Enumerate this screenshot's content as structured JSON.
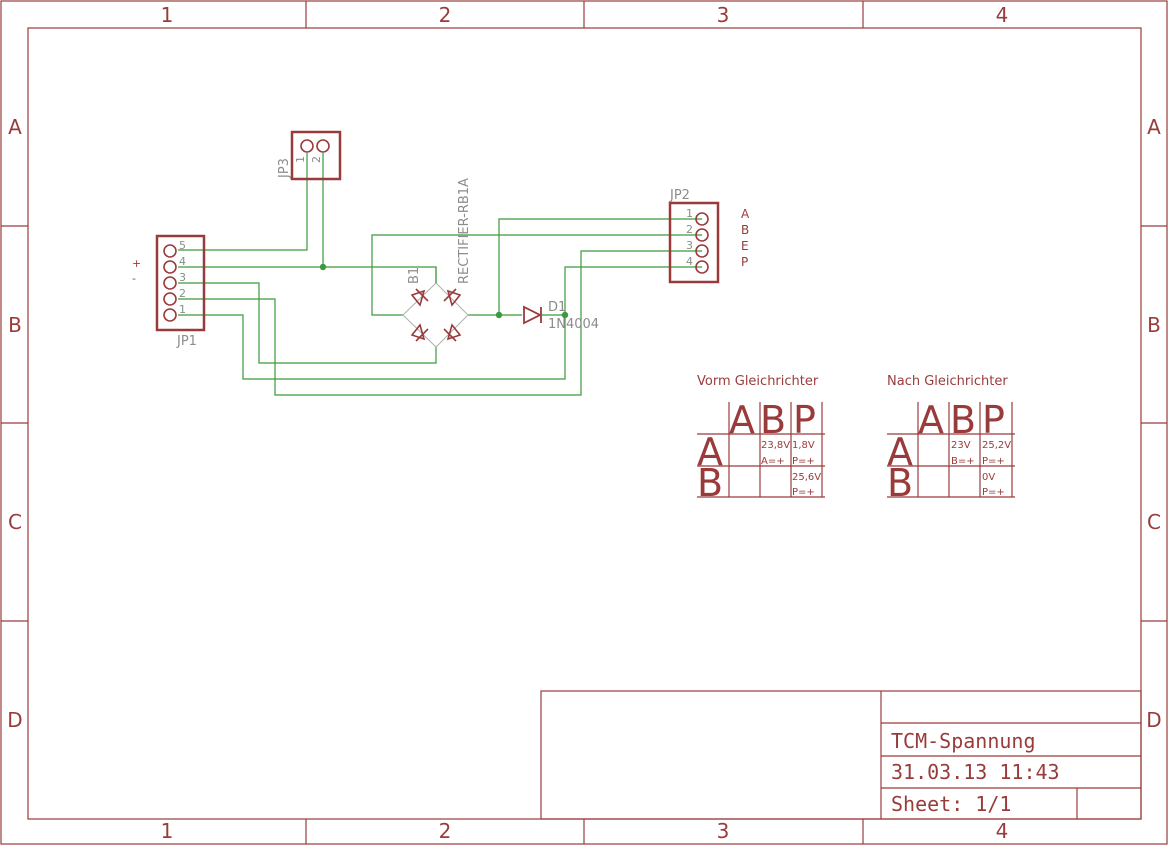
{
  "frame": {
    "cols": [
      "1",
      "2",
      "3",
      "4"
    ],
    "rows": [
      "A",
      "B",
      "C",
      "D"
    ]
  },
  "parts": {
    "jp1": {
      "name": "JP1",
      "pins": [
        "5",
        "4",
        "3",
        "2",
        "1"
      ],
      "side_marks": [
        "+",
        "-"
      ]
    },
    "jp2": {
      "name": "JP2",
      "pins": [
        "1",
        "2",
        "3",
        "4"
      ],
      "signals": [
        "A",
        "B",
        "E",
        "P"
      ]
    },
    "jp3": {
      "name": "JP3",
      "pins": [
        "1",
        "2"
      ]
    },
    "b1": {
      "name": "B1",
      "value": "RECTIFIER-RB1A"
    },
    "d1": {
      "name": "D1",
      "value": "1N4004"
    }
  },
  "tables": [
    {
      "title": "Vorm Gleichrichter",
      "cols": [
        "A",
        "B",
        "P"
      ],
      "rows": [
        "A",
        "B"
      ],
      "cells": [
        [
          "23,8V",
          "A=+",
          "1,8V",
          "P=+"
        ],
        [
          "",
          "",
          "25,6V",
          "P=+"
        ]
      ]
    },
    {
      "title": "Nach Gleichrichter",
      "cols": [
        "A",
        "B",
        "P"
      ],
      "rows": [
        "A",
        "B"
      ],
      "cells": [
        [
          "23V",
          "B=+",
          "25,2V",
          "P=+"
        ],
        [
          "",
          "",
          "0V",
          "P=+"
        ]
      ]
    }
  ],
  "title_block": {
    "title": "TCM-Spannung",
    "date": "31.03.13 11:43",
    "sheet": "Sheet: 1/1"
  },
  "colors": {
    "frame": "#9a3b3b",
    "wire": "#3b9a3b",
    "label": "#8c8c8c"
  }
}
